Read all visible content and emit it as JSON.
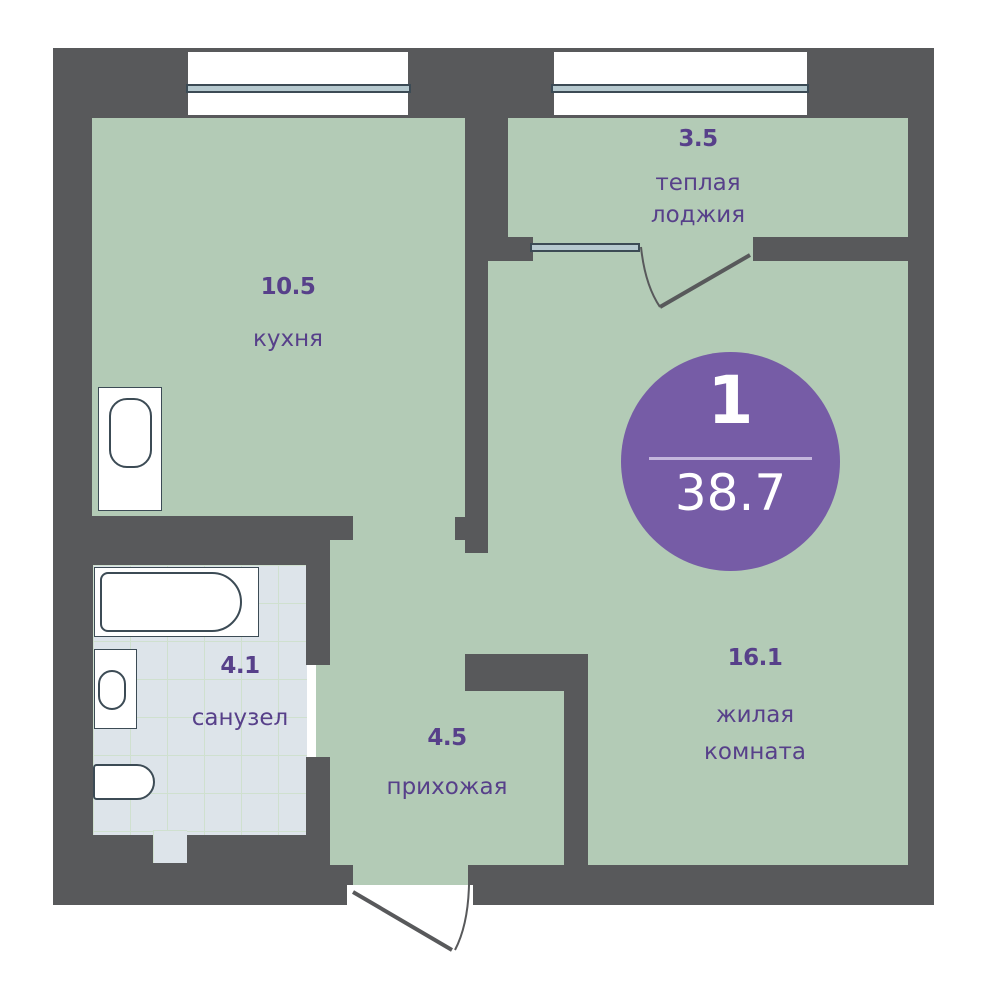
{
  "plan": {
    "rooms_count": "1",
    "total_area": "38.7",
    "colors": {
      "wall": "#58595b",
      "floor": "#b3cbb6",
      "bathroom_floor": "#dde4ea",
      "text": "#57408a",
      "badge": "#765ca6"
    },
    "rooms": [
      {
        "id": "kitchen",
        "area": "10.5",
        "name": "кухня"
      },
      {
        "id": "loggia",
        "area": "3.5",
        "name_line1": "теплая",
        "name_line2": "лоджия"
      },
      {
        "id": "living",
        "area": "16.1",
        "name_line1": "жилая",
        "name_line2": "комната"
      },
      {
        "id": "bathroom",
        "area": "4.1",
        "name": "санузел"
      },
      {
        "id": "hallway",
        "area": "4.5",
        "name": "прихожая"
      }
    ]
  }
}
